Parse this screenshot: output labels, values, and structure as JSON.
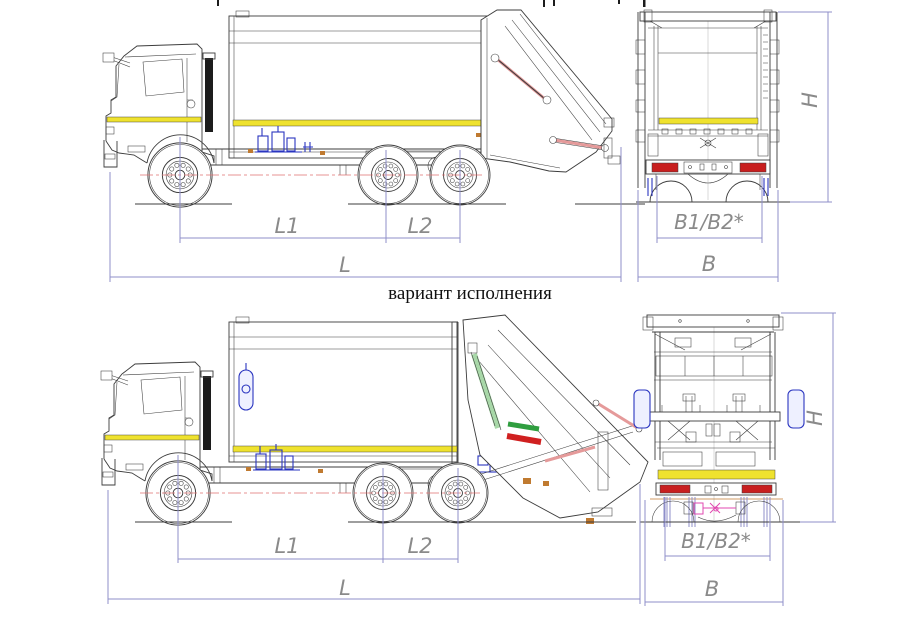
{
  "caption": {
    "text": "вариант исполнения"
  },
  "dim_labels": {
    "l1": "L1",
    "l2": "L2",
    "l": "L",
    "b1_b2": "B1/B2*",
    "b": "B",
    "h": "H"
  },
  "colors": {
    "line_dark": "#3c3c3c",
    "ink": "#1c1c1c",
    "dim_line": "#8f8fca",
    "dim_text": "#8a8a8a",
    "stripe_yellow": "#efe22e",
    "reflector_red": "#c81f1f",
    "hazard_yellow": "#f5e400",
    "hazard_red": "#dd2211",
    "accent_blue": "#2a35c0",
    "hydraulic_pink": "#e59a9a",
    "cylinder_green": "#a8d8a8",
    "stripe_green": "#2f9e3f",
    "stripe_red": "#d02020",
    "centerline_red": "#e07070",
    "magenta": "#e04ab0",
    "orange": "#c07a30"
  }
}
